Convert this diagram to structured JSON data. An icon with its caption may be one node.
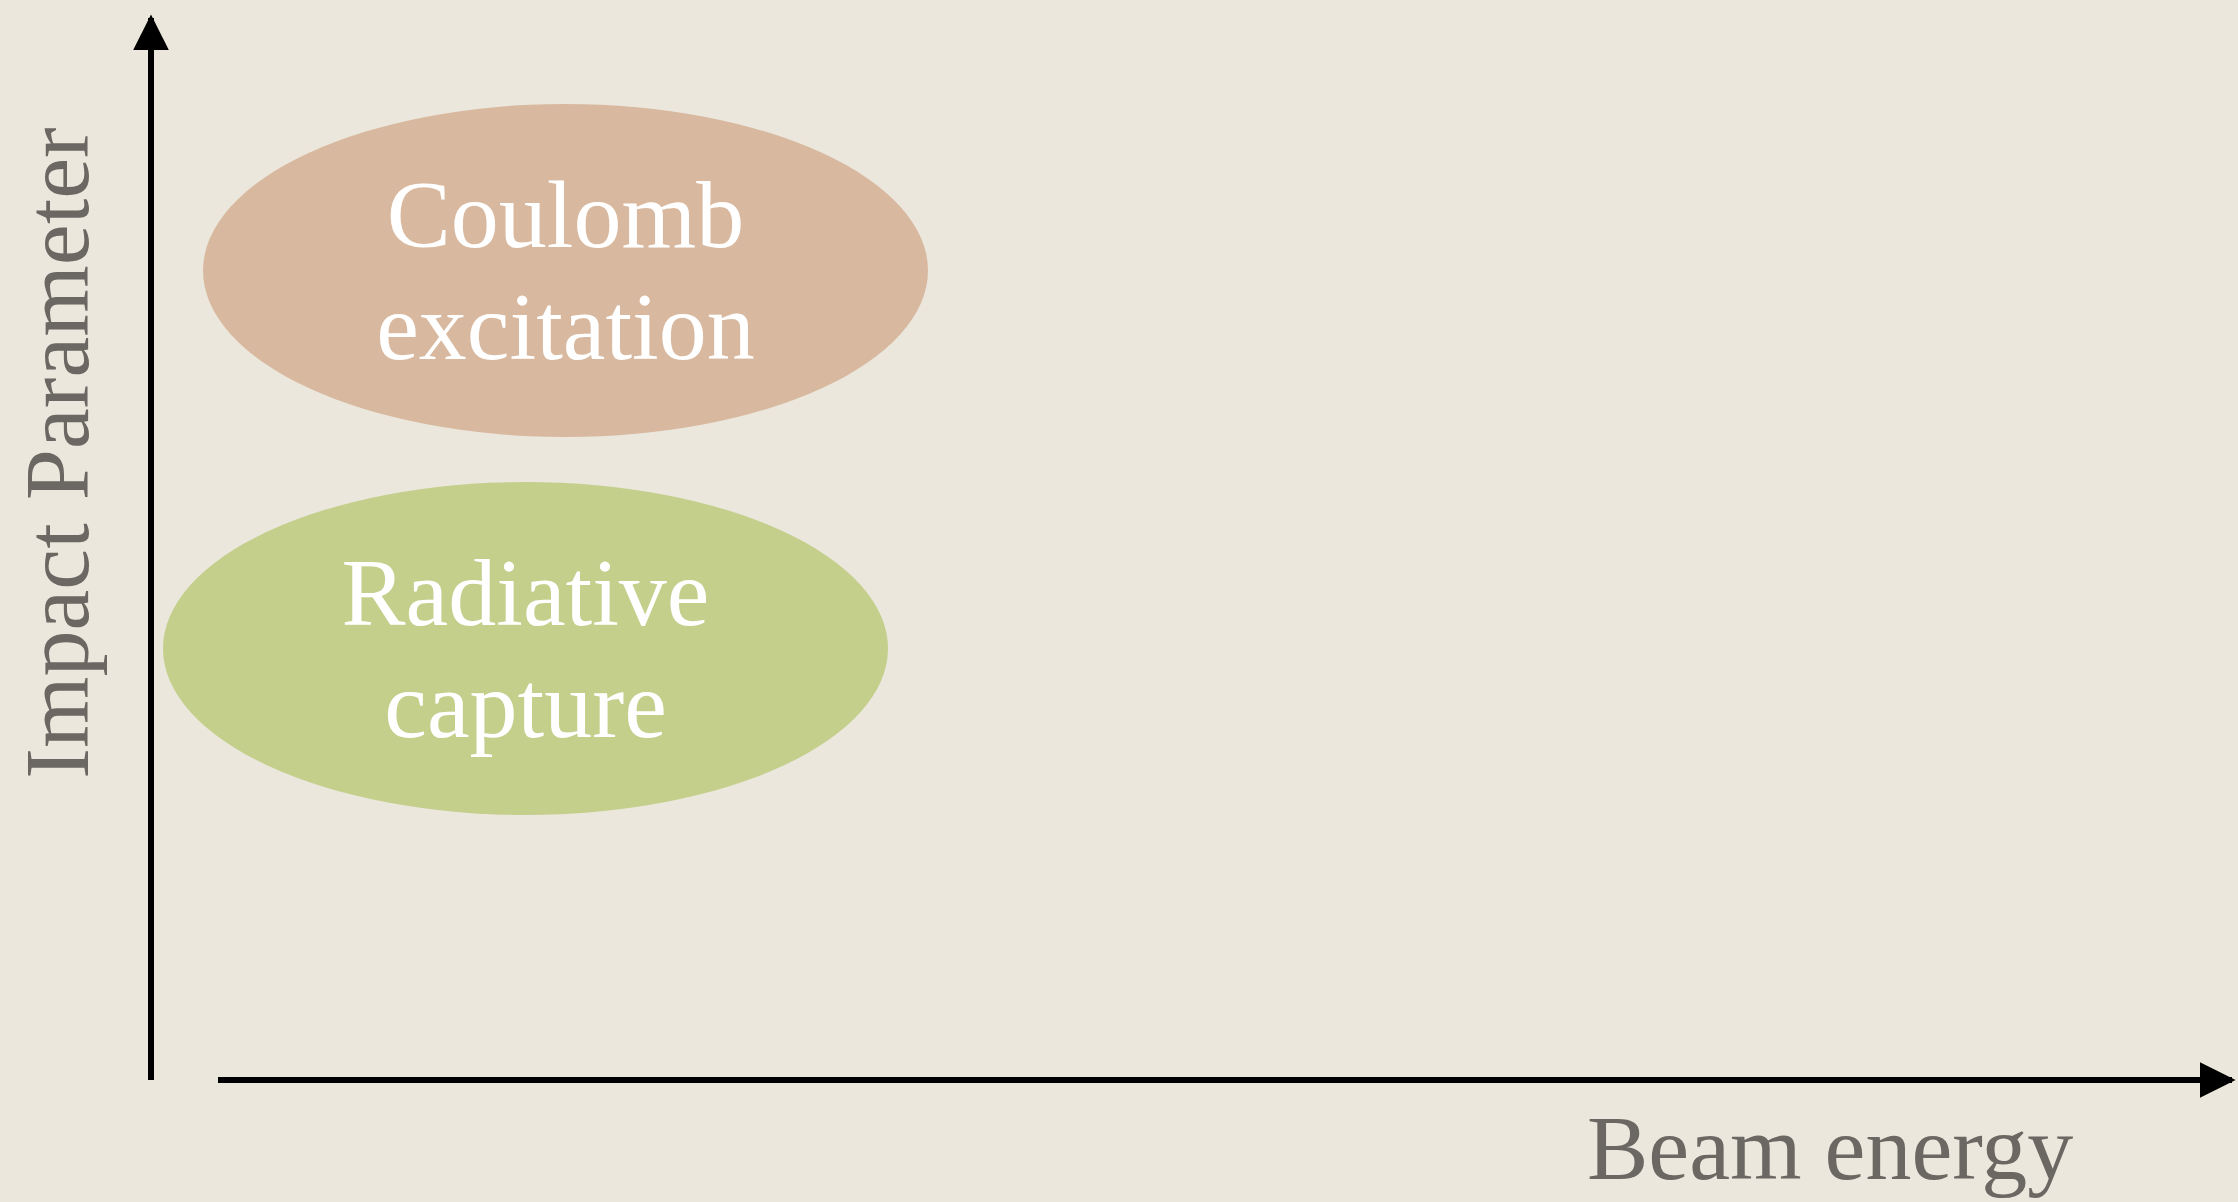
{
  "diagram": {
    "nodes": [
      {
        "text": [
          "Coulomb excitation"
        ]
      },
      {
        "text": [
          "Radiative capture"
        ]
      }
    ],
    "labels": [
      "Impact Parameter",
      "Beam energy"
    ]
  }
}
